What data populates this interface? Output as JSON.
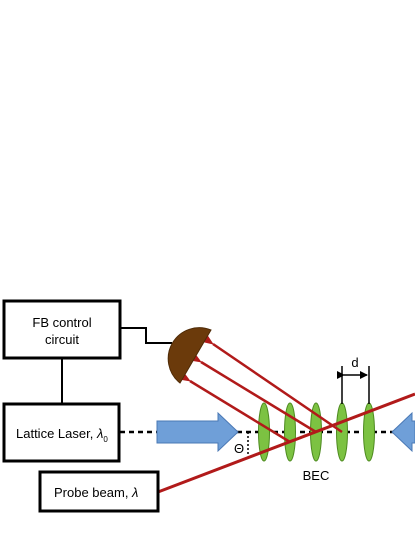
{
  "boxes": {
    "fb_control": {
      "line1": "FB control",
      "line2": "circuit"
    },
    "lattice_laser": {
      "label": "Lattice Laser, ",
      "lambda": "λ",
      "sub": "0"
    },
    "probe_beam": {
      "label": "Probe beam,  ",
      "lambda": "λ"
    }
  },
  "labels": {
    "bec": "BEC",
    "spacing": "d",
    "angle": "Θ"
  },
  "colors": {
    "box_stroke": "#000000",
    "lattice_arrow": "#6f9fd8",
    "lattice_arrow_stroke": "#4a78b5",
    "bec_cloud": "#7cc242",
    "bec_cloud_stroke": "#4d8a1f",
    "probe_beam": "#b11a1a",
    "reflected_beams": "#b11a1a",
    "detector": "#6b3a0b"
  }
}
